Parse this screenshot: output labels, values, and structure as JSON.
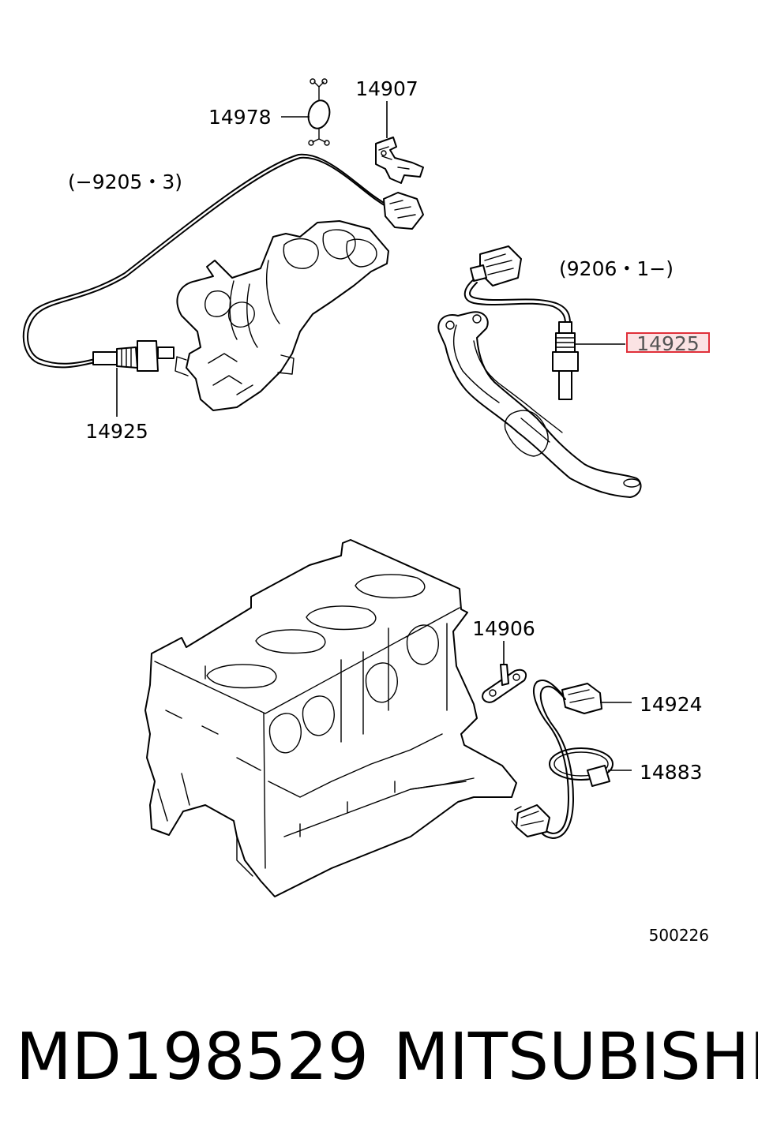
{
  "callouts": {
    "p14907": "14907",
    "p14978": "14978",
    "p14925_left": "14925",
    "p14925_right": "14925",
    "p14906": "14906",
    "p14924": "14924",
    "p14883": "14883"
  },
  "date_ranges": {
    "early": "(−9205・3)",
    "late": "(9206・1−)"
  },
  "diagram_code": "500226",
  "highlight_color": "#e0303a",
  "footer": {
    "part_number": "MD198529",
    "brand": "MITSUBISHI"
  }
}
